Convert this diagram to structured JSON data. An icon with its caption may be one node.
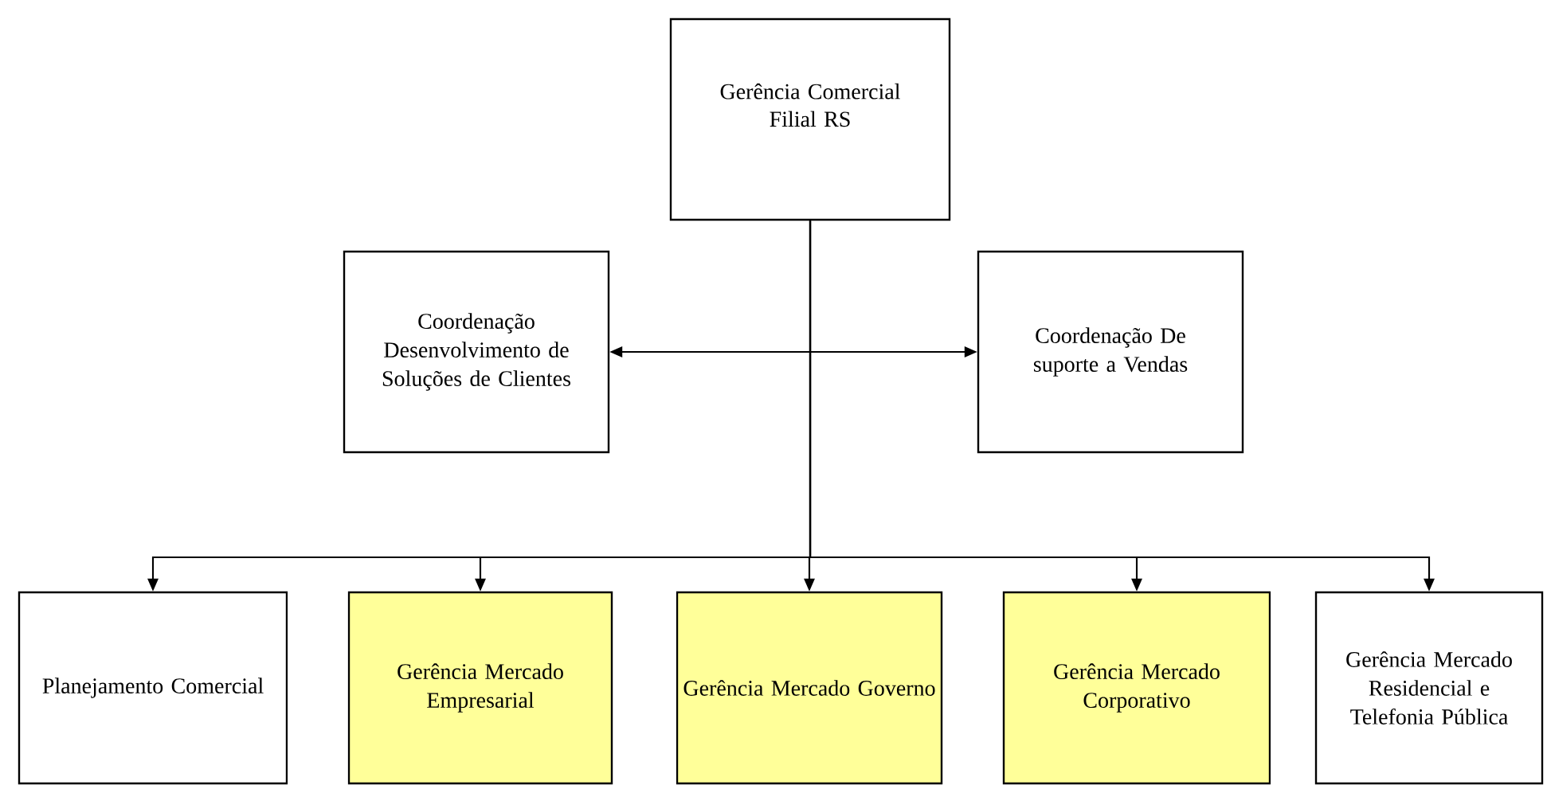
{
  "diagram": {
    "nodes": [
      {
        "text": [
          "Gerência Comercial Filial RS"
        ]
      },
      {
        "text": [
          "Coordenação Desenvolvimento de Soluções de Clientes"
        ]
      },
      {
        "text": [
          "Coordenação De suporte a Vendas"
        ]
      },
      {
        "text": [
          "Planejamento Comercial"
        ]
      },
      {
        "text": [
          "Gerência Mercado Empresarial"
        ]
      },
      {
        "text": [
          "Gerência Mercado Governo"
        ]
      },
      {
        "text": [
          "Gerência Mercado Corporativo"
        ]
      },
      {
        "text": [
          "Gerência Mercado Residencial e Telefonia Pública"
        ]
      }
    ],
    "edges": [
      {
        "from": 1,
        "to": 2,
        "arrow": "both"
      },
      {
        "from": 0,
        "to": 3,
        "arrow": "to"
      },
      {
        "from": 0,
        "to": 4,
        "arrow": "to"
      },
      {
        "from": 0,
        "to": 5,
        "arrow": "to"
      },
      {
        "from": 0,
        "to": 6,
        "arrow": "to"
      },
      {
        "from": 0,
        "to": 7,
        "arrow": "to"
      }
    ]
  }
}
